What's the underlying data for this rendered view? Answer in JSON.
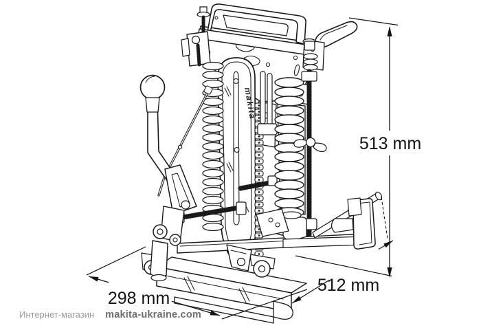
{
  "page": {
    "background_color": "#ffffff"
  },
  "diagram": {
    "subject": "Makita chain mortiser — technical dimension drawing",
    "brand_logo": "makita",
    "line_color": "#1a1a1a",
    "dimensions": {
      "height": {
        "label": "513 mm",
        "orientation": "vertical-right"
      },
      "width": {
        "label": "512 mm",
        "orientation": "diagonal-bottom-right"
      },
      "depth": {
        "label": "298 mm",
        "orientation": "diagonal-bottom-left"
      }
    }
  },
  "watermark": {
    "store_label": "Интернет-магазин",
    "site_label": "makita-ukraine.com",
    "store_color": "#9a9a9a",
    "site_color": "#6e6e6e"
  }
}
